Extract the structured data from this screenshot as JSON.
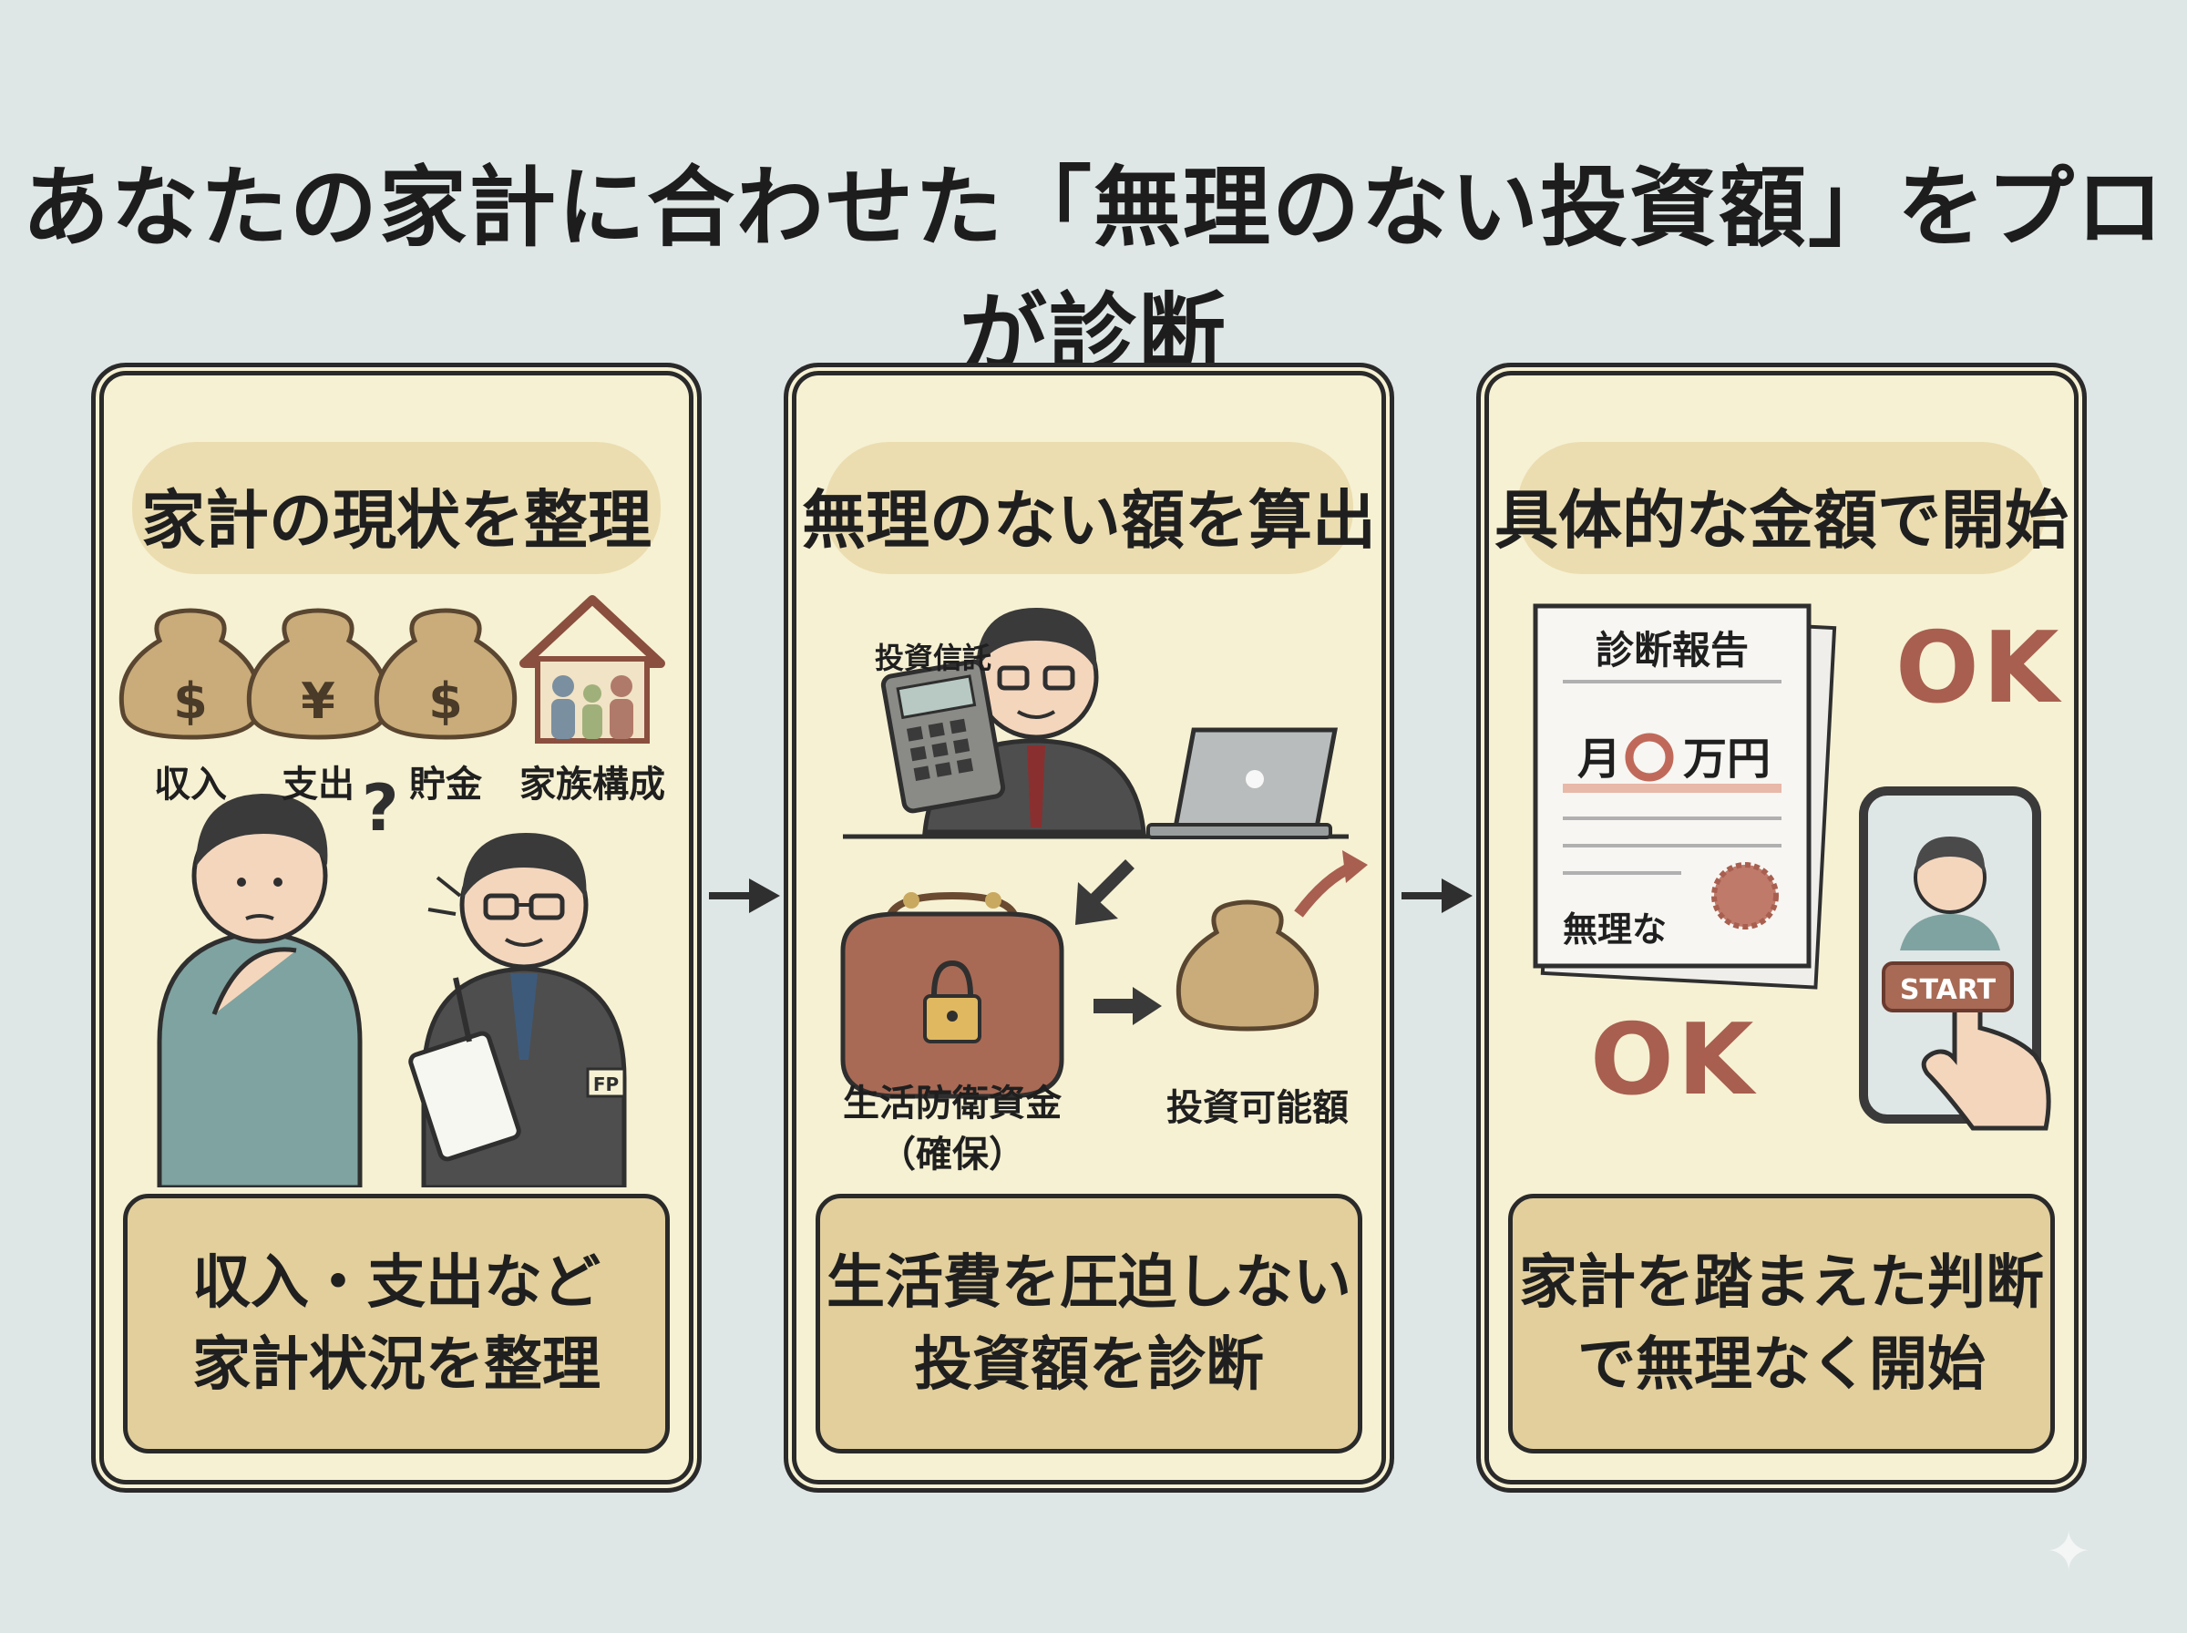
{
  "title": "あなたの家計に合わせた「無理のない投資額」をプロが診断",
  "panels": [
    {
      "heading": "家計の現状を整理",
      "icons": [
        "収入",
        "支出",
        "貯金",
        "家族構成"
      ],
      "bag_symbols": [
        "$",
        "¥",
        "$"
      ],
      "badge": "FP",
      "question_mark": "?",
      "callout": [
        "収入・支出など",
        "家計状況を整理"
      ]
    },
    {
      "heading": "無理のない額を算出",
      "calculator_label": "投資信託",
      "purse_label": [
        "生活防衛資金",
        "（確保）"
      ],
      "bag_label": "投資可能額",
      "callout": [
        "生活費を圧迫しない",
        "投資額を診断"
      ]
    },
    {
      "heading": "具体的な金額で開始",
      "report": {
        "title": "診断報告",
        "amount_prefix": "月",
        "amount_suffix": "万円",
        "note": "無理な"
      },
      "ok_marks": [
        "OK",
        "OK"
      ],
      "start_button": "START",
      "callout": [
        "家計を踏まえた判断",
        "で無理なく開始"
      ]
    }
  ],
  "colors": {
    "background": "#dfe6e6",
    "panel": "#f6f1d3",
    "callout": "#e2cf9c",
    "accent": "#a85f4f"
  }
}
